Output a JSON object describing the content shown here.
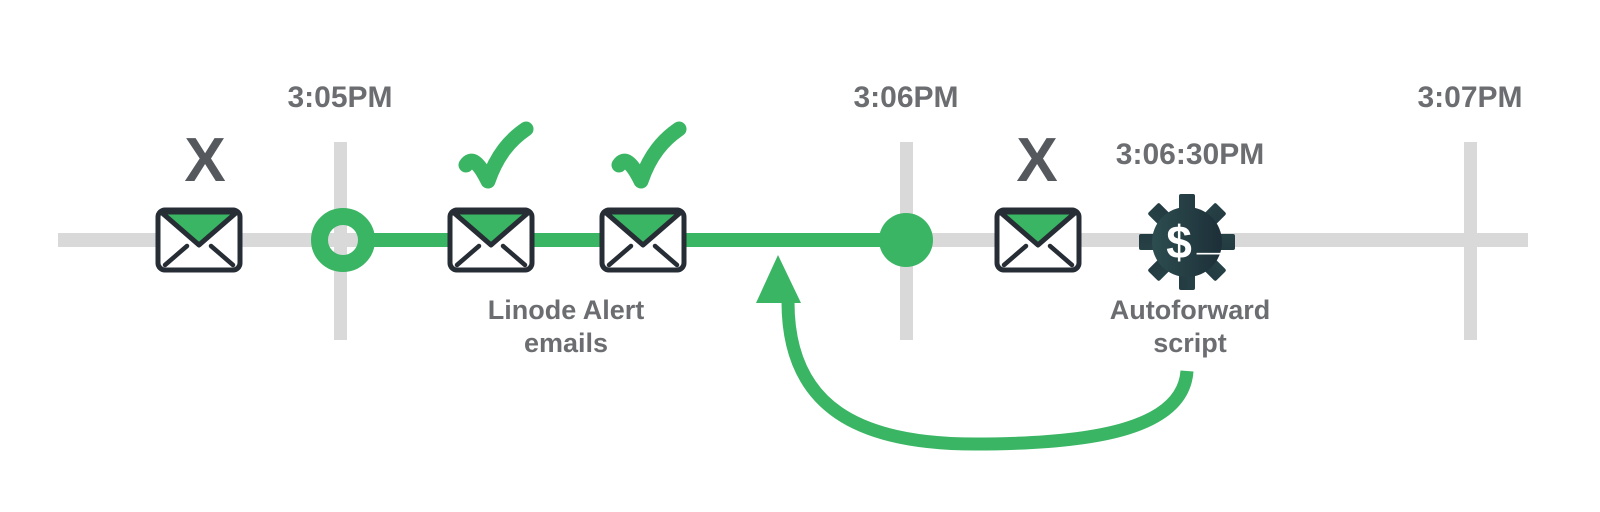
{
  "colors": {
    "green": "#3ab564",
    "track": "#d9d9d9",
    "label_text": "#6b6d70",
    "x_mark": "#55595e",
    "envelope_outline": "#272d35",
    "gear_gradient_start": "#2f5355",
    "gear_gradient_end": "#1a2933"
  },
  "ticks": [
    {
      "label": "3:05PM"
    },
    {
      "label": "3:06PM"
    },
    {
      "label": "3:07PM"
    }
  ],
  "markers": {
    "missed_before": {
      "glyph": "X"
    },
    "missed_after": {
      "glyph": "X"
    }
  },
  "labels": {
    "alert_emails_line1": "Linode Alert",
    "alert_emails_line2": "emails",
    "script_time": "3:06:30PM",
    "script_line1": "Autoforward",
    "script_line2": "script"
  },
  "icons": {
    "gear_dollar": "$",
    "gear_cursor": "_"
  }
}
